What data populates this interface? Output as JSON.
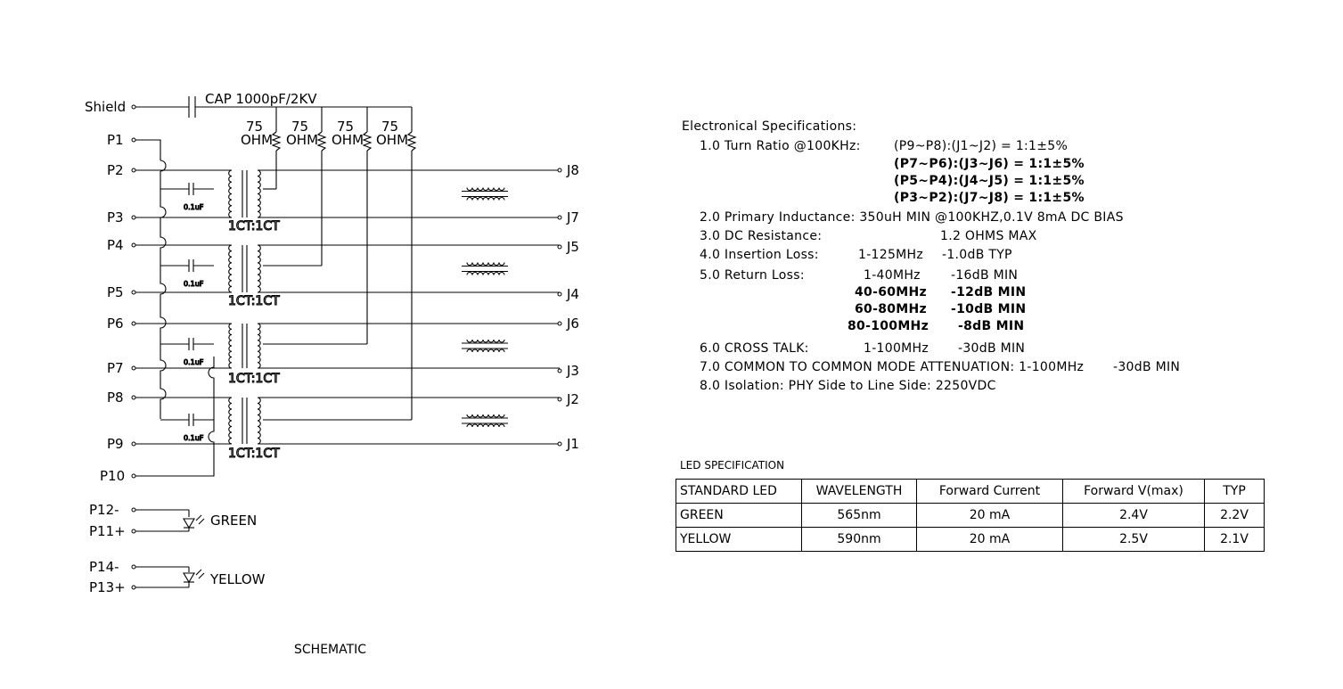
{
  "schematic": {
    "title": "SCHEMATIC",
    "shield_label": "Shield",
    "cap_label": "CAP 1000pF/2KV",
    "resistor_value": "75",
    "resistor_unit": "OHM",
    "small_cap_label": "0.1uF",
    "ct_label": "1CT:1CT",
    "left_pins": [
      "P1",
      "P2",
      "P3",
      "P4",
      "P5",
      "P6",
      "P7",
      "P8",
      "P9",
      "P10"
    ],
    "right_pins": [
      "J8",
      "J7",
      "J5",
      "J4",
      "J6",
      "J3",
      "J2",
      "J1"
    ],
    "led_pins": [
      "P12-",
      "P11+",
      "P14-",
      "P13+"
    ],
    "led_labels": [
      "GREEN",
      "YELLOW"
    ]
  },
  "specs": {
    "heading": "Electronical Specifications:",
    "turn_ratio_label": "1.0 Turn Ratio @100KHz:",
    "turn_ratio_rows": [
      "(P9~P8):(J1~J2)  =  1:1±5%",
      "(P7~P6):(J3~J6)  =  1:1±5%",
      "(P5~P4):(J4~J5)  =  1:1±5%",
      "(P3~P2):(J7~J8)  =  1:1±5%"
    ],
    "inductance": "2.0 Primary Inductance: 350uH MIN @100KHZ,0.1V 8mA DC BIAS",
    "dc_resistance_label": "3.0 DC Resistance:",
    "dc_resistance_value": "1.2 OHMS MAX",
    "insertion_label": "4.0 Insertion Loss:",
    "insertion_freq": "1-125MHz",
    "insertion_value": "-1.0dB TYP",
    "return_label": "5.0 Return Loss:",
    "return_rows": [
      {
        "freq": "1-40MHz",
        "value": "-16dB MIN"
      },
      {
        "freq": "40-60MHz",
        "value": "-12dB MIN"
      },
      {
        "freq": "60-80MHz",
        "value": "-10dB MIN"
      },
      {
        "freq": "80-100MHz",
        "value": "-8dB MIN"
      }
    ],
    "crosstalk_label": "6.0 CROSS TALK:",
    "crosstalk_freq": "1-100MHz",
    "crosstalk_value": "-30dB MIN",
    "common_mode_label": "7.0 COMMON TO COMMON MODE ATTENUATION: 1-100MHz",
    "common_mode_value": "-30dB MIN",
    "isolation": "8.0 Isolation: PHY Side to Line Side: 2250VDC"
  },
  "led_spec": {
    "title": "LED SPECIFICATION",
    "headers": [
      "STANDARD LED",
      "WAVELENGTH",
      "Forward Current",
      "Forward V(max)",
      "TYP"
    ],
    "rows": [
      [
        "GREEN",
        "565nm",
        "20 mA",
        "2.4V",
        "2.2V"
      ],
      [
        "YELLOW",
        "590nm",
        "20 mA",
        "2.5V",
        "2.1V"
      ]
    ]
  }
}
